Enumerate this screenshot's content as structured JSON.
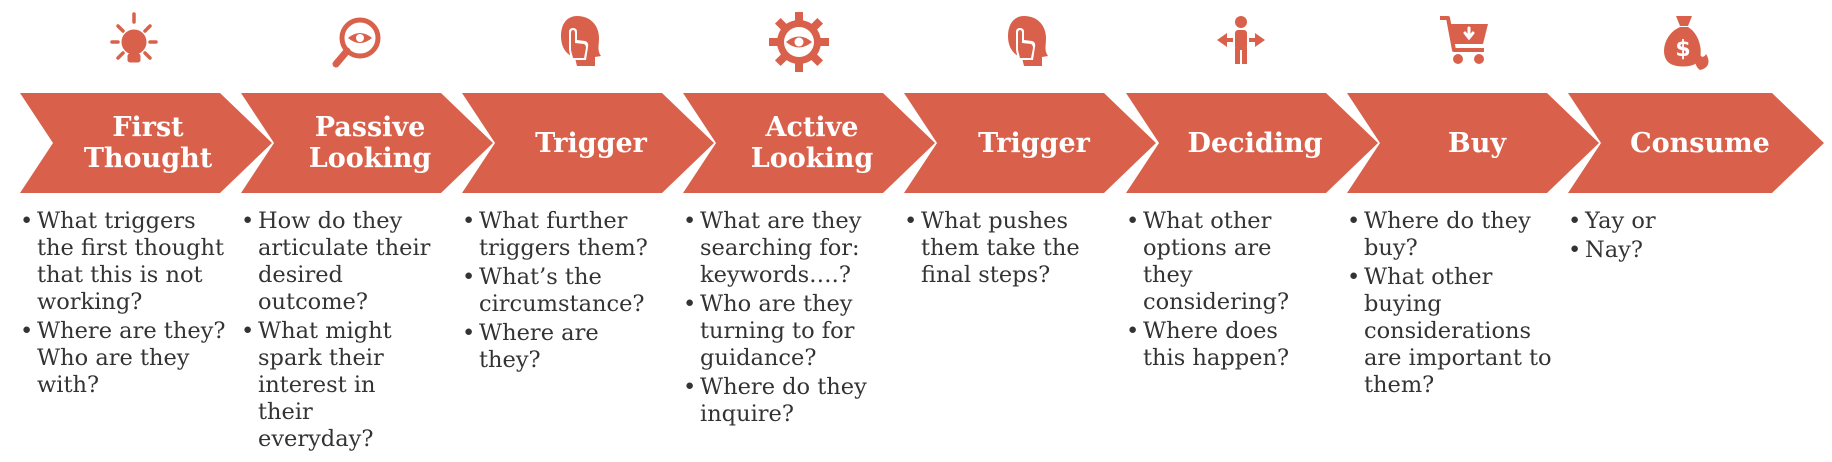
{
  "colors": {
    "accent": "#d9614b",
    "text": "#333333",
    "label": "#ffffff"
  },
  "stages": [
    {
      "title_lines": [
        "First",
        "Thought"
      ],
      "icon": "lightbulb-icon",
      "questions": [
        "What triggers the first thought that this is not working?",
        "Where are they? Who are they with?"
      ]
    },
    {
      "title_lines": [
        "Passive",
        "Looking"
      ],
      "icon": "magnifier-eye-icon",
      "questions": [
        "How do they articulate their desired outcome?",
        "What might spark their interest in their everyday?"
      ]
    },
    {
      "title_lines": [
        "Trigger"
      ],
      "icon": "head-touch-icon",
      "questions": [
        "What further triggers them?",
        "What’s the circumstance?",
        "Where are they?"
      ]
    },
    {
      "title_lines": [
        "Active",
        "Looking"
      ],
      "icon": "gear-eye-icon",
      "questions": [
        "What are they searching for: keywords….?",
        "Who are they turning to for guidance?",
        "Where do they inquire?"
      ]
    },
    {
      "title_lines": [
        "Trigger"
      ],
      "icon": "head-touch-icon",
      "questions": [
        "What pushes them take the final steps?"
      ]
    },
    {
      "title_lines": [
        "Deciding"
      ],
      "icon": "person-arrows-icon",
      "questions": [
        "What other options are they considering?",
        "Where does this happen?"
      ]
    },
    {
      "title_lines": [
        "Buy"
      ],
      "icon": "shopping-cart-icon",
      "questions": [
        "Where do they buy?",
        "What other buying considerations are important to them?"
      ]
    },
    {
      "title_lines": [
        "Consume"
      ],
      "icon": "money-bag-fire-icon",
      "questions": [
        "Yay or",
        "Nay?"
      ]
    }
  ]
}
